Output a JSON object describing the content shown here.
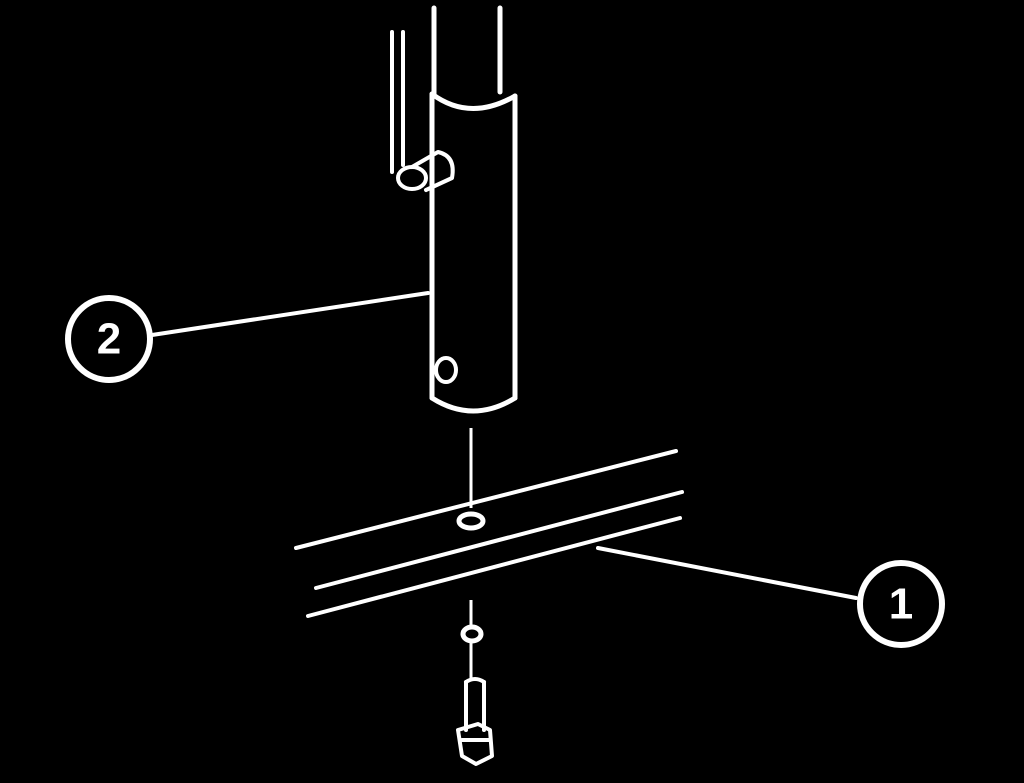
{
  "figure": {
    "background_color": "#000000",
    "line_color": "#ffffff"
  },
  "callouts": [
    {
      "id": "callout-1",
      "label": "1",
      "part": "cross-tube"
    },
    {
      "id": "callout-2",
      "label": "2",
      "part": "upright-tube"
    }
  ]
}
